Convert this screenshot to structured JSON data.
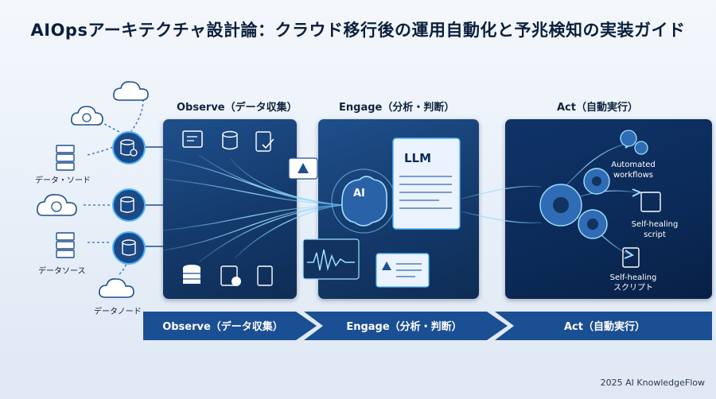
{
  "title": "AIOpsアーキテクチャ設計論：クラウド移行後の運用自動化と予兆検知の実装ガイド",
  "stages": [
    {
      "label": "Observe（データ収集）"
    },
    {
      "label": "Engage（分析・判断）"
    },
    {
      "label": "Act（自動実行）"
    }
  ],
  "bottom_arrow": [
    {
      "label": "Observe（データ収集）"
    },
    {
      "label": "Engage（分析・判断）"
    },
    {
      "label": "Act（自動実行）"
    }
  ],
  "sources": [
    {
      "label": "データ・ソード"
    },
    {
      "label": "データソース"
    },
    {
      "label": "データノード"
    }
  ],
  "engage": {
    "llm": "LLM",
    "ai": "AI"
  },
  "actions": [
    {
      "label": "Automated\nworkflows"
    },
    {
      "label": "Self-healing\nscript"
    },
    {
      "label": "Self-healing\nスクリプト"
    }
  ],
  "footer": "2025 AI KnowledgeFlow",
  "colors": {
    "panel": "#174580",
    "accent": "#4fb3ff",
    "arrow": "#1b4f93"
  }
}
